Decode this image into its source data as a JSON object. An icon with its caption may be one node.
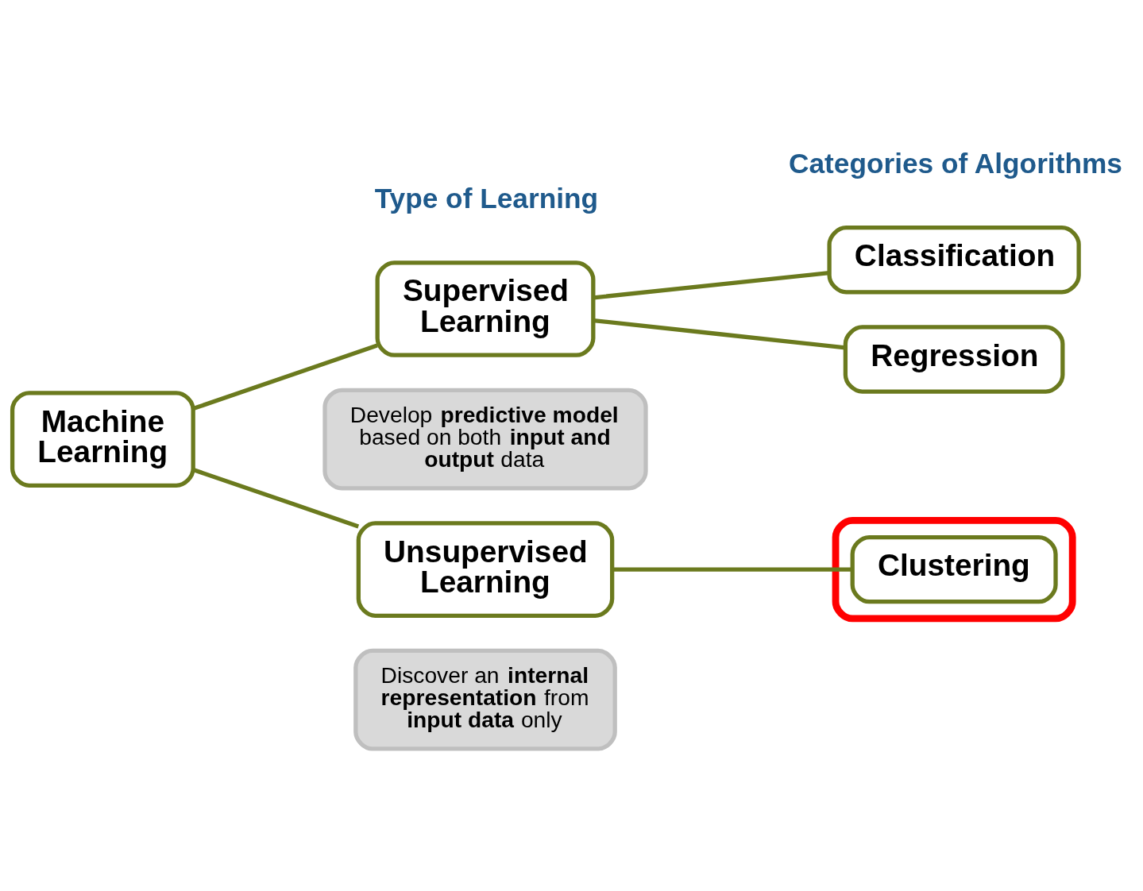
{
  "diagram": {
    "nodes": [
      {
        "text": [
          "Machine Learning"
        ]
      },
      {
        "text": [
          "Supervised Learning"
        ]
      },
      {
        "text": [
          "Develop **predictive model** based on both **input and output** data"
        ]
      },
      {
        "text": [
          "Unsupervised Learning"
        ]
      },
      {
        "text": [
          "Discover an **internal representation** from **input data** only"
        ]
      },
      {
        "text": [
          "Classification"
        ]
      },
      {
        "text": [
          "Regression"
        ]
      },
      {
        "text": [],
        "shape": "box"
      },
      {
        "text": [
          "Clustering"
        ],
        "in": 7
      }
    ],
    "edges": [
      {
        "from": 0,
        "to": 1,
        "arrow": "none"
      },
      {
        "from": 0,
        "to": 3,
        "arrow": "none"
      },
      {
        "from": 1,
        "to": 5,
        "arrow": "none"
      },
      {
        "from": 1,
        "to": 6,
        "arrow": "none"
      },
      {
        "from": 3,
        "to": 8,
        "arrow": "none"
      }
    ],
    "labels": [
      "Type of Learning",
      "Categories of Algorithms"
    ]
  }
}
